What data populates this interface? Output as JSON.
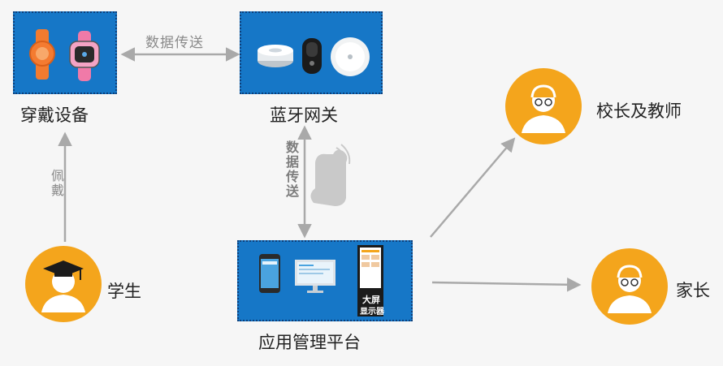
{
  "nodes": {
    "wearable": {
      "label": "穿戴设备"
    },
    "gateway": {
      "label": "蓝牙网关"
    },
    "platform": {
      "label": "应用管理平台",
      "screen_text_1": "大屏",
      "screen_text_2": "显示器"
    },
    "principal": {
      "label": "校长及教师"
    },
    "parent": {
      "label": "家长"
    },
    "student": {
      "label": "学生"
    }
  },
  "edges": {
    "wearable_gateway": "数据传送",
    "gateway_platform": "数据传送",
    "student_wearable": "佩戴"
  },
  "colors": {
    "box": "#1677c7",
    "avatar": "#f4a51c",
    "arrow": "#a9a9a9"
  },
  "icons": {
    "wearable": [
      "watch-band-icon",
      "kid-watch-icon"
    ],
    "gateway": [
      "gateway-puck-icon",
      "gateway-cylinder-icon",
      "gateway-disc-icon"
    ],
    "cloud": "cloud-signal-icon",
    "platform": [
      "phone-icon",
      "monitor-icon",
      "big-screen-icon"
    ],
    "person": "person-glasses-icon",
    "student": "graduate-icon"
  }
}
